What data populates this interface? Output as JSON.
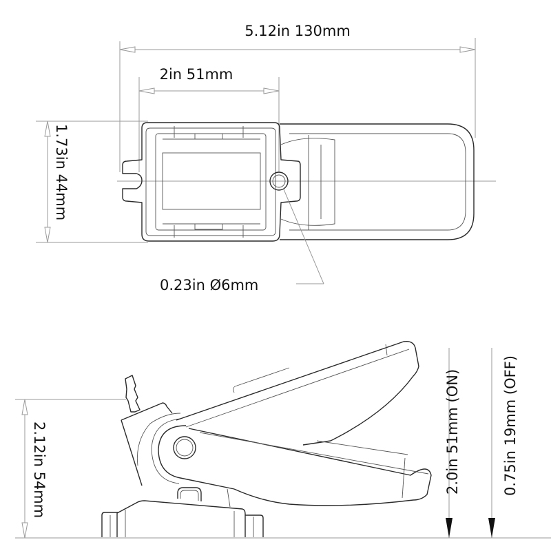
{
  "diagram": {
    "subject": "float switch dimensional drawing",
    "views": [
      "top-view",
      "side-view"
    ],
    "top_view": {
      "overall_length_label": "5.12in  130mm",
      "housing_width_label": "2in  51mm",
      "height_label": "1.73in  44mm",
      "hole_diameter_label": "0.23in  Ø6mm"
    },
    "side_view": {
      "base_height_label": "2.12in  54mm",
      "on_level_label": "2.0in  51mm (ON)",
      "off_level_label": "0.75in  19mm (OFF)"
    },
    "colors": {
      "line": "#2a2a2a",
      "dimension_line": "#9a9a9a",
      "text": "#111111",
      "background": "#ffffff"
    }
  }
}
